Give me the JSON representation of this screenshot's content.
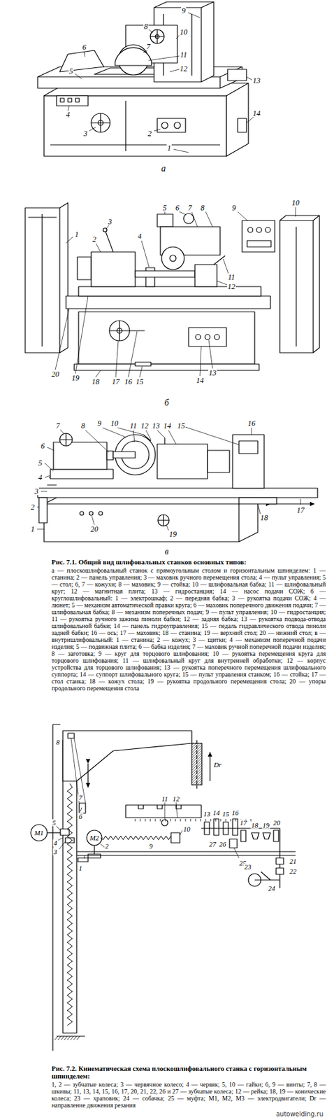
{
  "diagram": {
    "labels": [
      "9",
      "8",
      "10",
      "7",
      "6",
      "11",
      "5",
      "12",
      "13",
      "4",
      "14",
      "3",
      "2",
      "1",
      "а",
      "1",
      "2",
      "3",
      "4",
      "5",
      "6",
      "7",
      "8",
      "9",
      "10",
      "11",
      "12",
      "13",
      "14",
      "15",
      "16",
      "17",
      "18",
      "19",
      "20",
      "б",
      "1",
      "2",
      "3",
      "4",
      "5",
      "6",
      "7",
      "8",
      "9",
      "10",
      "11",
      "12",
      "13",
      "14",
      "15",
      "16",
      "17",
      "18",
      "19",
      "20",
      "в",
      "Рис. 7.1. Общий вид шлифовальных станков основных типов:",
      "а — плоскошлифовальный станок с прямоугольным столом и горизонтальным шпинделем: 1 — станина; 2 — панель управления; 3 — маховик ручного перемещения стола; 4 — пульт управления; 5 — стол; 6, 7 — кожухи; 8 — маховик; 9 — стойка; 10 — шлифовальная бабка; 11 — шлифовальный круг; 12 — магнитная плита; 13 — гидростанция; 14 — насос подачи СОЖ; б — круглошлифовальный: 1 — электрошкаф; 2 — передняя бабка; 3 — рукоятка подачи СОЖ; 4 — люнет; 5 — механизм автоматической правки круга; 6 — маховик поперечного движения подачи; 7 — шлифовальная бабка; 8 — механизм поперечных подач; 9 — пульт управления; 10 — гидростанция; 11 — рукоятка ручного зажима пиноли бабки; 12 — задняя бабка; 13 — рукоятка подвода-отвода шлифовальной бабки; 14 — панель гидроуправления; 15 — педаль гидравлического отвода пиноли задней бабки; 16 — ось; 17 — маховик; 18 — станина; 19 — верхний стол; 20 — нижний стол; в — внутришлифовальный: 1 — станина; 2 — кожух; 3 — щитки; 4 — механизм поперечной подачи изделия; 5 — подвижная плита; 6 — бабка изделия; 7 — маховик ручной поперечной подачи изделия; 8 — заготовка; 9 — круг для торцового шлифования; 10 — рукоятка перемещения круга для торцового шлифования; 11 — шлифовальный круг для внутренней обработки; 12 — корпус устройства для торцового шлифования; 13 — рукоятка поперечного перемещения шлифовального суппорта; 14 — суппорт шлифовального круга; 15 — пульт управления станком; 16 — стойка; 17 — стол станка; 18 — кожух стола; 19 — рукоятка продольного перемещения стола; 20 — упоры продольного перемещения стола",
      "8",
      "Dr",
      "7",
      "6",
      "M1",
      "5",
      "4",
      "3",
      "M2",
      "1",
      "2",
      "11",
      "12",
      "13",
      "14",
      "15",
      "16",
      "9",
      "10",
      "17",
      "18",
      "19",
      "20",
      "27",
      "26",
      "25",
      "21",
      "22",
      "23",
      "24",
      "Рис. 7.2. Кинематическая схема плоскошлифовального станка с горизонтальным шпинделем:",
      "1, 2 — зубчатые колеса; 3 — червячное колесо; 4 — червяк; 5, 10 — гайки; 6, 9 — винты; 7, 8 — шкивы; 11, 13, 14, 15, 16, 17, 20, 21, 22, 26 и 27 — зубчатые колеса; 12 — рейка; 18, 19 — конические колеса; 23 — храповик; 24 — собачка; 25 — муфта; M1, M2, M3 — электродвигатели; Dr — направление движения резания",
      "autowelding.ru"
    ]
  }
}
